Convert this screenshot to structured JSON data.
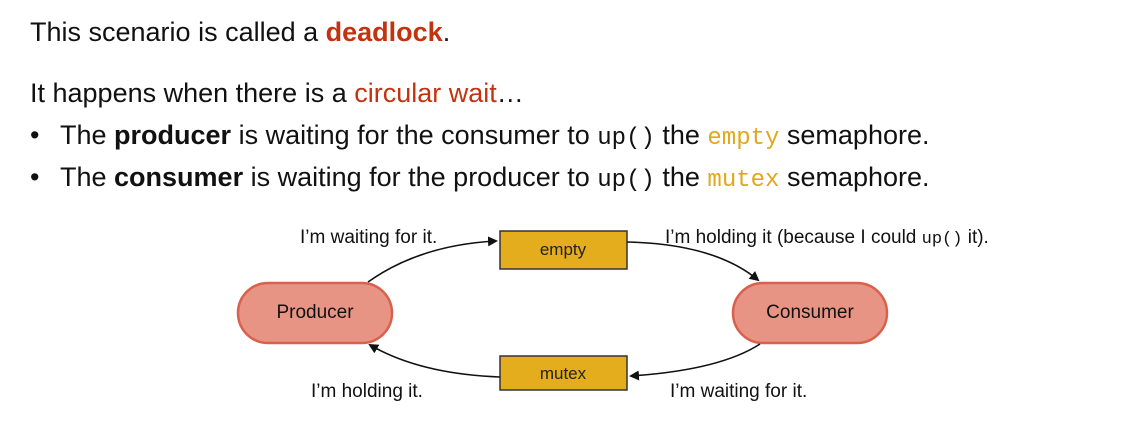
{
  "intro": {
    "prefix": "This scenario is called a ",
    "term": "deadlock",
    "suffix": "."
  },
  "cause": {
    "prefix": "It happens when there is a ",
    "term": "circular wait",
    "suffix": "…"
  },
  "bullets": [
    {
      "dot": "•",
      "pre": "The ",
      "bold": "producer",
      "mid": " is waiting for the consumer to ",
      "code": "up()",
      "mid2": " the ",
      "sem": "empty",
      "post": " semaphore."
    },
    {
      "dot": "•",
      "pre": "The ",
      "bold": "consumer",
      "mid": " is waiting for the producer to ",
      "code": "up()",
      "mid2": " the ",
      "sem": "mutex",
      "post": " semaphore."
    }
  ],
  "diagram": {
    "producer": "Producer",
    "consumer": "Consumer",
    "empty_box": "empty",
    "mutex_box": "mutex",
    "top_left_note": "I’m waiting for it.",
    "top_right_note_pre": "I’m holding it (because I could ",
    "top_right_note_code": "up()",
    "top_right_note_post": " it).",
    "bottom_left_note": "I’m holding it.",
    "bottom_right_note": "I’m waiting for it.",
    "colors": {
      "node_fill": "#e89484",
      "node_stroke": "#d9604c",
      "box_fill": "#e3ad1e",
      "box_stroke": "#333333",
      "accent_red": "#c2330f",
      "accent_gold": "#e0a81e"
    }
  }
}
